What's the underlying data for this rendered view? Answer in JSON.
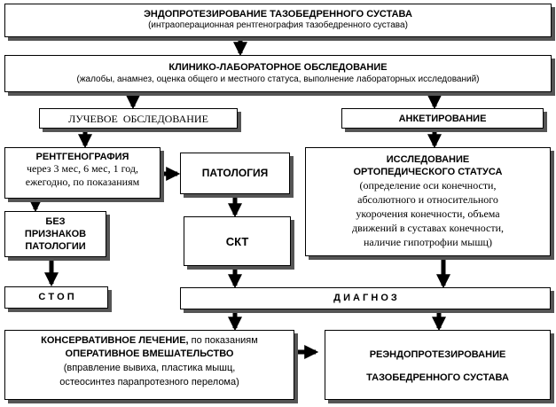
{
  "title": {
    "main": "ЭНДОПРОТЕЗИРОВАНИЕ ТАЗОБЕДРЕННОГО СУСТАВА",
    "sub": "(интраоперационная рентгенография тазобедренного сустава)"
  },
  "clinical": {
    "main": "КЛИНИКО-ЛАБОРАТОРНОЕ ОБСЛЕДОВАНИЕ",
    "sub": "(жалобы, анамнез, оценка общего и местного статуса, выполнение лабораторных исследований)"
  },
  "radiation": "ЛУЧЕВОЕ  ОБСЛЕДОВАНИЕ",
  "questionnaire": "АНКЕТИРОВАНИЕ",
  "xray": {
    "title": "РЕНТГЕНОГРАФИЯ",
    "line1": "через 3 мес, 6 мес, 1 год,",
    "line2": "ежегодно, по показаниям"
  },
  "pathology": "ПАТОЛОГИЯ",
  "ortho": {
    "title1": "ИССЛЕДОВАНИЕ",
    "title2": "ОРТОПЕДИЧЕСКОГО СТАТУСА",
    "l1": "(определение оси конечности,",
    "l2": "абсолютного и относительного",
    "l3": "укорочения конечности, объема",
    "l4": "движений в суставах конечности,",
    "l5": "наличие гипотрофии мышц)"
  },
  "no_pathology": {
    "l1": "БЕЗ",
    "l2": "ПРИЗНАКОВ",
    "l3": "ПАТОЛОГИИ"
  },
  "ct": "СКТ",
  "stop": "С Т О П",
  "diagnosis": "Д И А Г Н О З",
  "treatment": {
    "t1": "КОНСЕРВАТИВНОЕ ЛЕЧЕНИЕ,",
    "t1b": " по показаниям",
    "t2": "ОПЕРАТИВНОЕ ВМЕШАТЕЛЬСТВО",
    "t3": "(вправление вывиха, пластика мышц,",
    "t4": "остеосинтез парапротезного перелома)"
  },
  "revision": {
    "l1": "РЕЭНДОПРОТЕЗИРОВАНИЕ",
    "l2": "ТАЗОБЕДРЕННОГО СУСТАВА"
  }
}
